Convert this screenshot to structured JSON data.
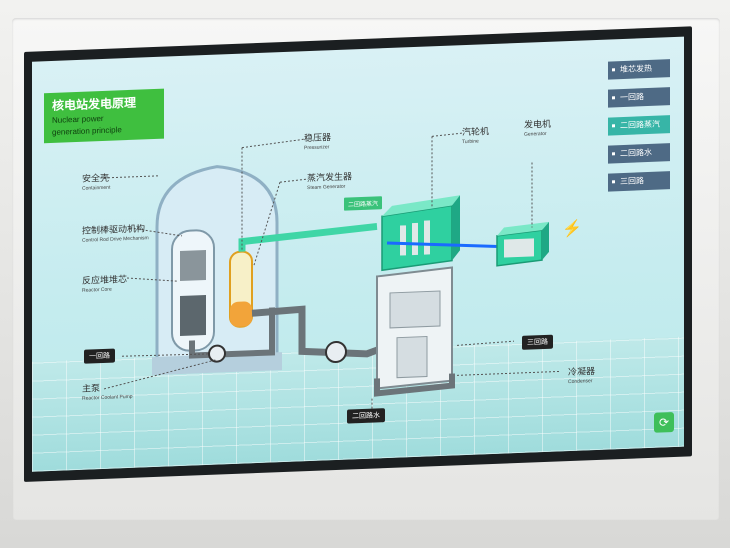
{
  "title": {
    "cn": "核电站发电原理",
    "en_line1": "Nuclear power",
    "en_line2": "generation principle"
  },
  "labels": {
    "containment_cn": "安全壳",
    "containment_en": "Containment",
    "control_rod_cn": "控制棒驱动机构",
    "control_rod_en": "Control Rod Drive Mechanism",
    "reactor_core_cn": "反应堆堆芯",
    "reactor_core_en": "Reactor Core",
    "coolant_pump_cn": "主泵",
    "coolant_pump_en": "Reactor Coolant Pump",
    "pressurizer_cn": "稳压器",
    "pressurizer_en": "Pressurizer",
    "steam_gen_cn": "蒸汽发生器",
    "steam_gen_en": "Steam Generator",
    "turbine_cn": "汽轮机",
    "turbine_en": "Turbine",
    "generator_cn": "发电机",
    "generator_en": "Generator",
    "condenser_cn": "冷凝器",
    "condenser_en": "Condenser"
  },
  "tags": {
    "primary_loop": "一回路",
    "secondary_steam": "二回路蒸汽",
    "secondary_water": "二回路水",
    "tertiary_loop": "三回路"
  },
  "menu": [
    {
      "label": "堆芯发热",
      "active": false
    },
    {
      "label": "一回路",
      "active": false
    },
    {
      "label": "二回路蒸汽",
      "active": true
    },
    {
      "label": "二回路水",
      "active": false
    },
    {
      "label": "三回路",
      "active": false
    }
  ],
  "colors": {
    "title_green": "#3fbf3f",
    "menu_blue": "#4e6a85",
    "menu_active": "#37b5a7",
    "steam_pipe": "#3fd6a6",
    "turbine_green": "#2fd0a0",
    "pipe_gray": "#6b7479"
  },
  "icons": {
    "bolt": "⚡",
    "return": "⟳"
  }
}
